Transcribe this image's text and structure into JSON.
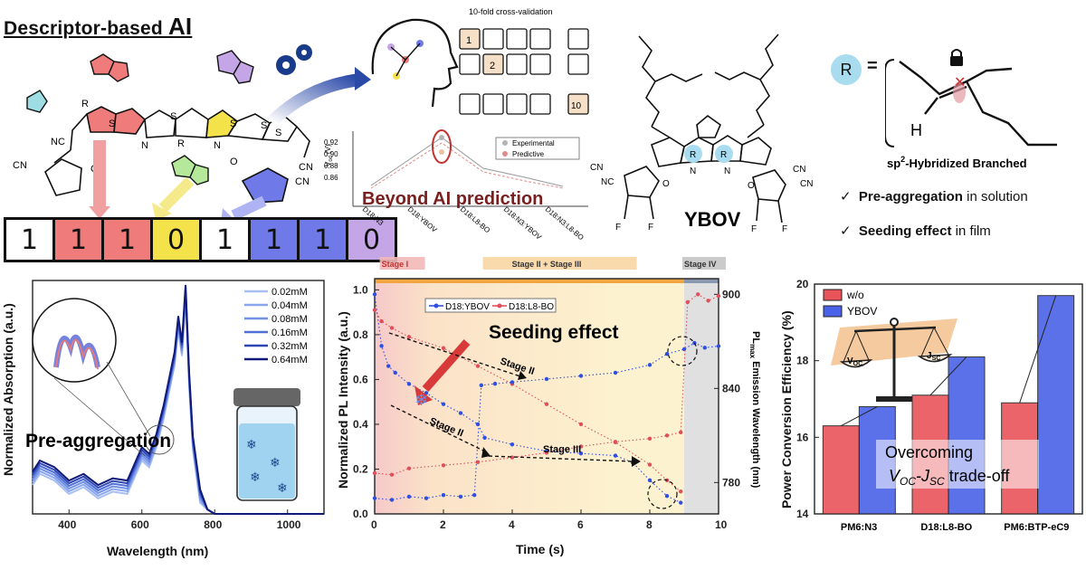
{
  "header": {
    "title": "Descriptor-based ",
    "title_ai": "AI"
  },
  "descriptor": {
    "bits": [
      {
        "v": "1",
        "c": "#ffffff"
      },
      {
        "v": "1",
        "c": "#ef7b7b"
      },
      {
        "v": "1",
        "c": "#ef7b7b"
      },
      {
        "v": "0",
        "c": "#f4e24a"
      },
      {
        "v": "1",
        "c": "#ffffff"
      },
      {
        "v": "1",
        "c": "#6f79e8"
      },
      {
        "v": "1",
        "c": "#6f79e8"
      },
      {
        "v": "0",
        "c": "#c4a5e6"
      }
    ]
  },
  "molecule_left": {
    "labels": {
      "nc1": "NC",
      "cn_left": "CN",
      "o1": "O",
      "r1": "R",
      "r2": "R",
      "n1": "N",
      "n2": "N",
      "s1": "S",
      "s2": "S",
      "s3": "S",
      "s4": "S",
      "s5": "S",
      "o2": "O",
      "nc2": "CN",
      "nc3": "CN"
    }
  },
  "ai": {
    "cv_label": "10-fold cross-validation",
    "fold_numbers": [
      "1",
      "2",
      "10"
    ],
    "prediction_title": "Beyond AI prediction",
    "legend": [
      "Experimental",
      "Predictive"
    ],
    "yaxis": "V",
    "yaxis_sub": "oc",
    "yaxis_unit": " (V)",
    "yticks": [
      "0.92",
      "0.90",
      "0.88",
      "0.86"
    ],
    "categories": [
      "D18:N3",
      "D18:YBOV",
      "D18:L8-BO",
      "D18:N3:YBOV",
      "D18:N3:L8-BO"
    ]
  },
  "ybov": {
    "name": "YBOV",
    "labels": {
      "r1": "R",
      "r2": "R",
      "n1": "N",
      "n2": "N",
      "f1": "F",
      "f2": "F",
      "f3": "F",
      "f4": "F",
      "cn1": "CN",
      "cn2": "NC",
      "cn3": "CN",
      "cn4": "CN",
      "o1": "O",
      "o2": "O"
    }
  },
  "r_group": {
    "r": "R",
    "eq": "=",
    "h": "H",
    "sp2": "sp",
    "sp2_sup": "2",
    "sp2_rest": "-Hybridized Branched",
    "bullets": [
      {
        "check": "✓",
        "bold": "Pre-aggregation",
        "rest": " in solution"
      },
      {
        "check": "✓",
        "bold": "Seeding effect",
        "rest": " in film"
      }
    ]
  },
  "chart_data": [
    {
      "type": "line",
      "title": "Pre-aggregation",
      "xlabel": "Wavelength (nm)",
      "ylabel": "Normalized Absorption (a.u.)",
      "xlim": [
        300,
        1100
      ],
      "ylim": [
        0,
        1.05
      ],
      "xticks": [
        400,
        600,
        800,
        1000
      ],
      "legend_placement": "top-right",
      "series": [
        {
          "name": "0.02mM",
          "color": "#a9bff1"
        },
        {
          "name": "0.04mM",
          "color": "#8aa6ec"
        },
        {
          "name": "0.08mM",
          "color": "#6f8fe3"
        },
        {
          "name": "0.16mM",
          "color": "#4f6fd7"
        },
        {
          "name": "0.32mM",
          "color": "#2f47b5"
        },
        {
          "name": "0.64mM",
          "color": "#101a7a"
        }
      ],
      "x": [
        300,
        320,
        360,
        400,
        440,
        480,
        520,
        560,
        600,
        620,
        640,
        660,
        680,
        690,
        700,
        710,
        720,
        730,
        740,
        760,
        780,
        800,
        850,
        900,
        1000,
        1100
      ],
      "values": [
        0.16,
        0.21,
        0.18,
        0.12,
        0.15,
        0.1,
        0.13,
        0.12,
        0.27,
        0.24,
        0.33,
        0.46,
        0.62,
        0.7,
        0.86,
        0.74,
        1.0,
        0.6,
        0.32,
        0.08,
        0.02,
        0.0,
        0.0,
        0.0,
        0.0,
        0.0
      ]
    },
    {
      "type": "scatter",
      "title": "Seeding effect",
      "xlabel": "Time (s)",
      "ylabel": "Normalized PL Intensity (a.u.)",
      "ylabel_right": "PL",
      "ylabel_right_sub": "max",
      "ylabel_right_rest": " Emission Wavelength (nm)",
      "xlim": [
        0,
        10
      ],
      "ylim": [
        0,
        1.05
      ],
      "ylim_right": [
        760,
        910
      ],
      "xticks": [
        0,
        2,
        4,
        6,
        8,
        10
      ],
      "yticks": [
        0.0,
        0.2,
        0.4,
        0.6,
        0.8,
        1.0
      ],
      "yticks_right": [
        780,
        840,
        900
      ],
      "stages": [
        "Stage I",
        "Stage II + Stage III",
        "Stage IV"
      ],
      "annotations": [
        "Stage II",
        "Stage II",
        "Stage III"
      ],
      "legend": [
        "D18:YBOV",
        "D18:L8-BO"
      ],
      "series": [
        {
          "name": "D18:YBOV intensity",
          "color": "#2f4fe3",
          "x": [
            0,
            0.2,
            0.4,
            0.6,
            1,
            1.5,
            2,
            2.5,
            3,
            3.2,
            4,
            5,
            6,
            7,
            7.5,
            8,
            8.5,
            8.9
          ],
          "values": [
            0.98,
            0.75,
            0.66,
            0.63,
            0.58,
            0.54,
            0.49,
            0.45,
            0.4,
            0.34,
            0.31,
            0.28,
            0.27,
            0.26,
            0.23,
            0.15,
            0.08,
            0.05
          ]
        },
        {
          "name": "D18:L8-BO intensity",
          "color": "#e0505a",
          "x": [
            0,
            0.2,
            0.5,
            1,
            2,
            3,
            4,
            5,
            6,
            7,
            8,
            8.5,
            8.9
          ],
          "values": [
            0.91,
            0.86,
            0.83,
            0.79,
            0.74,
            0.66,
            0.58,
            0.49,
            0.4,
            0.32,
            0.22,
            0.15,
            0.1
          ]
        },
        {
          "name": "D18:YBOV wavelength",
          "color": "#2f4fe3",
          "x": [
            0,
            0.5,
            1,
            1.5,
            2,
            2.5,
            2.9,
            3.1,
            3.5,
            4,
            5,
            6,
            7,
            8,
            8.5,
            9,
            9.3,
            9.6,
            10
          ],
          "values": [
            770,
            769,
            771,
            770,
            772,
            771,
            772,
            842,
            843,
            844,
            846,
            848,
            850,
            855,
            862,
            865,
            869,
            866,
            867
          ]
        },
        {
          "name": "D18:L8-BO wavelength",
          "color": "#e0505a",
          "x": [
            0,
            0.5,
            1,
            2,
            3,
            4,
            5,
            6,
            7,
            8,
            8.5,
            8.9,
            9.1,
            9.4,
            9.7,
            10
          ],
          "values": [
            786,
            785,
            789,
            791,
            793,
            796,
            799,
            803,
            806,
            808,
            810,
            812,
            895,
            900,
            896,
            899
          ]
        }
      ]
    },
    {
      "type": "bar",
      "title": "Overcoming Voc-Jsc trade-off",
      "xlabel": "",
      "ylabel": "Power Conversion Efficiency (%)",
      "ylim": [
        14,
        20
      ],
      "yticks": [
        14,
        16,
        18,
        20
      ],
      "categories": [
        "PM6:N3",
        "D18:L8-BO",
        "PM6:BTP-eC9"
      ],
      "legend_placement": "top-left",
      "series": [
        {
          "name": "w/o",
          "color": "#e8545a",
          "values": [
            16.3,
            17.1,
            16.9
          ]
        },
        {
          "name": "YBOV",
          "color": "#4a62e8",
          "values": [
            16.8,
            18.1,
            19.7
          ]
        }
      ],
      "overlay_texts": {
        "a": "V",
        "a_sub": "OC",
        "b": "J",
        "b_sub": "SC",
        "c1": "Overcoming",
        "c2_a": "V",
        "c2_sub1": "OC",
        "c2_b": "-J",
        "c2_sub2": "SC",
        "c2_c": " trade-off"
      }
    }
  ]
}
